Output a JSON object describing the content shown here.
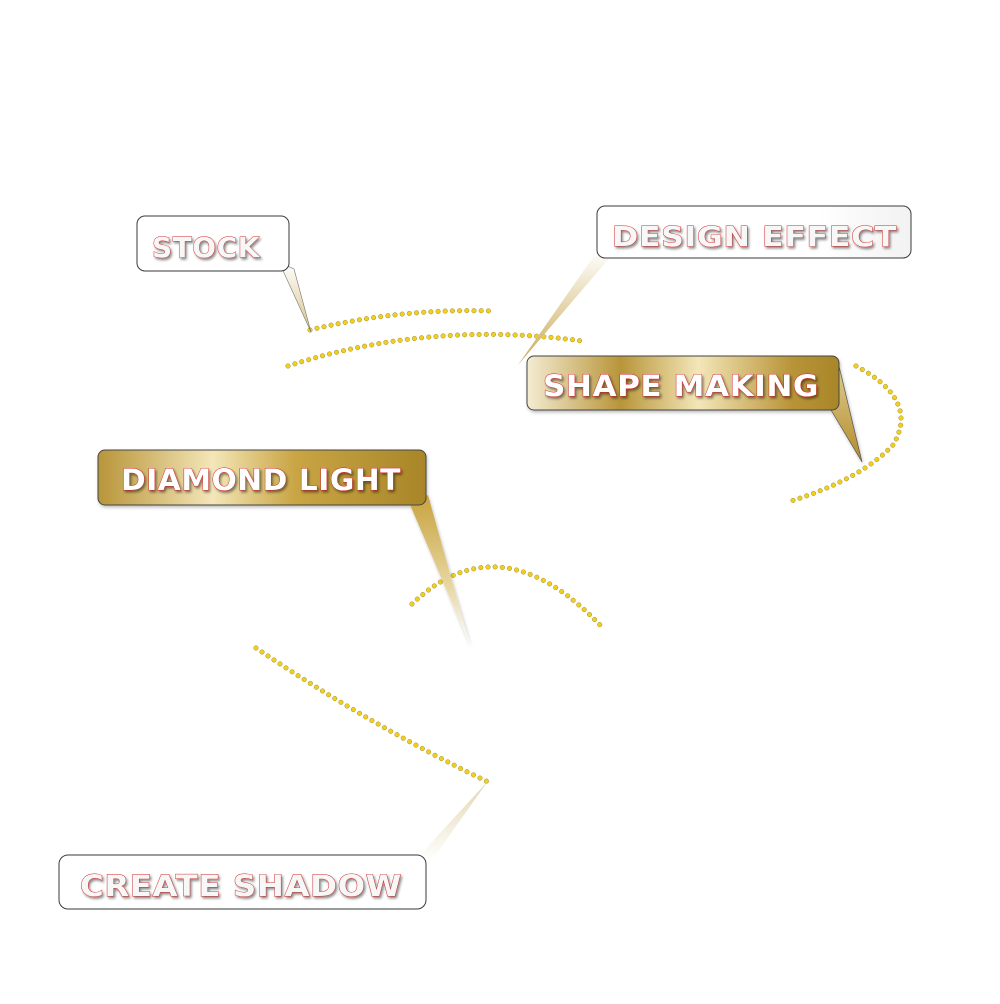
{
  "labels": {
    "stock": "STOCK",
    "design_effect": "DESIGN EFFECT",
    "shape_making": "SHAPE MAKING",
    "diamond_light": "DIAMOND LIGHT",
    "create_shadow": "CREATE SHADOW"
  },
  "colors": {
    "gold_dark": "#b8953a",
    "gold_light": "#f3e6b8",
    "text_outline": "#d4232b",
    "dot_fill": "#f2cf1f",
    "bubble_border": "#333333"
  },
  "icons": {
    "dotted_arc": "yellow-dot-string"
  }
}
